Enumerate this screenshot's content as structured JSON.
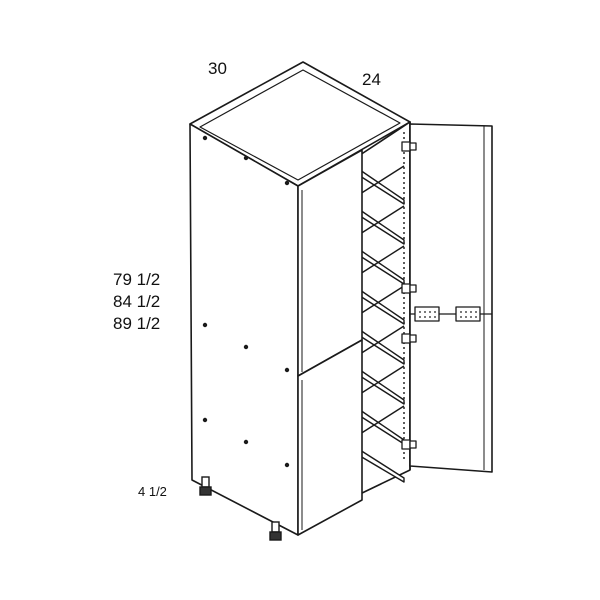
{
  "dimensions": {
    "width": "30",
    "depth": "24",
    "heights": [
      "79 1/2",
      "84 1/2",
      "89 1/2"
    ],
    "toe_kick": "4 1/2"
  },
  "colors": {
    "line": "#1a1a1a",
    "fill": "#ffffff",
    "background": "#ffffff"
  }
}
